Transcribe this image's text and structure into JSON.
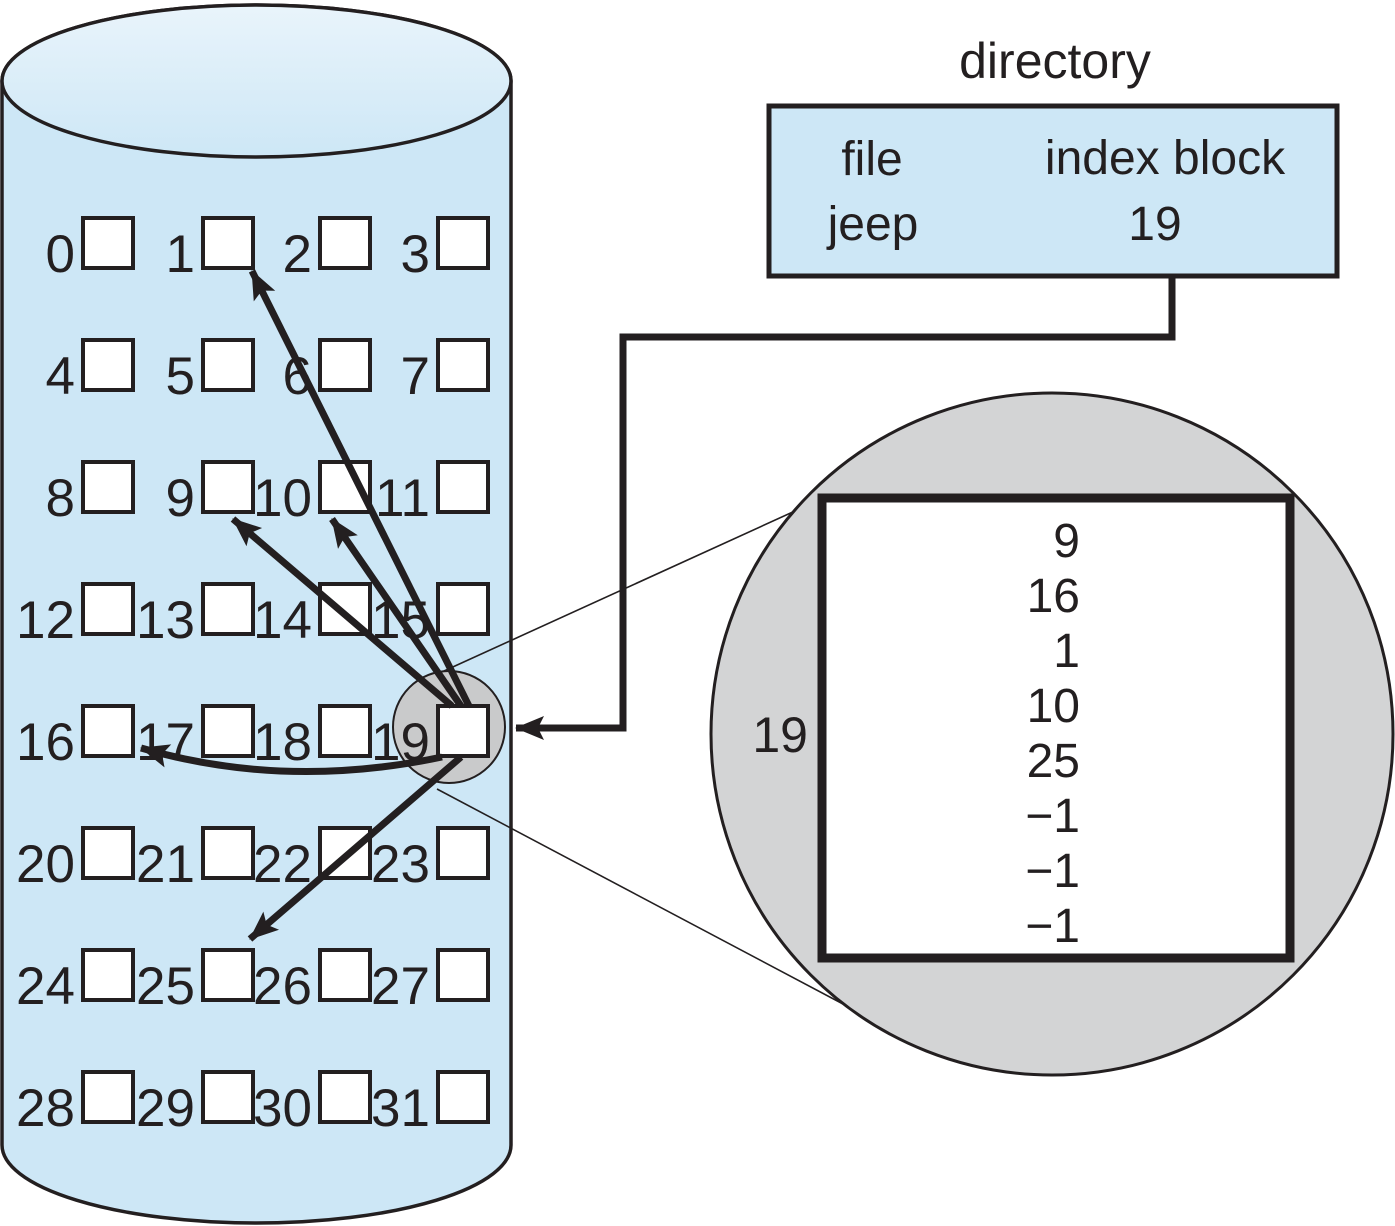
{
  "directory": {
    "title": "directory",
    "col_file_header": "file",
    "col_index_header": "index block",
    "entry_file": "jeep",
    "entry_index_block": "19"
  },
  "disk": {
    "block_labels": [
      "0",
      "1",
      "2",
      "3",
      "4",
      "5",
      "6",
      "7",
      "8",
      "9",
      "10",
      "11",
      "12",
      "13",
      "14",
      "15",
      "16",
      "17",
      "18",
      "19",
      "20",
      "21",
      "22",
      "23",
      "24",
      "25",
      "26",
      "27",
      "28",
      "29",
      "30",
      "31"
    ],
    "highlighted_blocks": [
      1,
      9,
      10,
      16,
      25
    ],
    "index_block_label": "19"
  },
  "magnifier": {
    "label": "19",
    "entries": [
      "9",
      "16",
      "1",
      "10",
      "25",
      "−1",
      "−1",
      "−1"
    ]
  },
  "colors": {
    "disk_fill": "#cde7f6",
    "block_highlight_gray": "#c9cacb",
    "magnifier_gray": "#d3d4d5",
    "ink_black": "#231f20"
  }
}
